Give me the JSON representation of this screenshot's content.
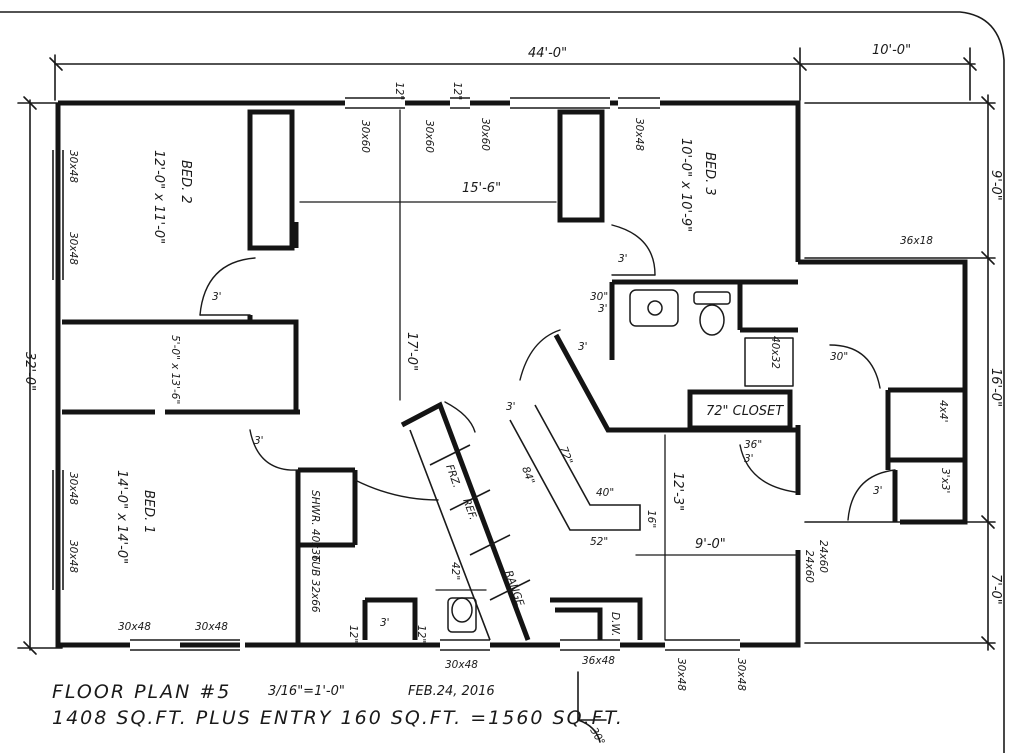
{
  "overall": {
    "width_main": "44'-0\"",
    "width_entry": "10'-0\"",
    "depth": "32'-0\"",
    "right_dims": [
      "9'-0\"",
      "16'-0\"",
      "7'-0\""
    ]
  },
  "rooms": {
    "bed1": {
      "name": "BED. 1",
      "size": "14'-0\" x 14'-0\""
    },
    "bed2": {
      "name": "BED. 2",
      "size": "12'-0\" x 11'-0\""
    },
    "bed3": {
      "name": "BED. 3",
      "size": "10'-0\" x 10'-9\""
    },
    "closet": "72\" CLOSET",
    "shower": "SHWR. 40x36",
    "tub": "TUB 32x66",
    "frz": "FRZ.",
    "ref": "REF.",
    "range": "RANGE",
    "dw": "D.W."
  },
  "dimensions": {
    "living_width": "15'-6\"",
    "living_depth": "17'-0\"",
    "hall": "5'-0\" x 13'-6\"",
    "kitchen_depth": "12'-3\"",
    "kitchen_width": "9'-0\"",
    "counter": [
      "72\"",
      "84\"",
      "40\"",
      "52\"",
      "16\"",
      "42\""
    ],
    "closets": [
      "4x4'",
      "3'x3'"
    ]
  },
  "windows": {
    "top": [
      "30x60",
      "30x60",
      "30x60",
      "30x48"
    ],
    "top_small": [
      "12\"",
      "12\""
    ],
    "left": [
      "30x48",
      "30x48",
      "30x48",
      "30x48"
    ],
    "bottom": [
      "30x48",
      "30x48",
      "30x48",
      "36x48",
      "30x48",
      "30x48"
    ],
    "entry": [
      "36x18",
      "24x60",
      "24x60"
    ],
    "bath": "40x32"
  },
  "doors": [
    "3'",
    "3'",
    "3'",
    "3'",
    "3'",
    "3'",
    "3'",
    "3'",
    "3'",
    "36\"",
    "30\"",
    "30\"",
    "12\"",
    "12\""
  ],
  "title": {
    "line1": "FLOOR PLAN #5",
    "scale": "3/16\"=1'-0\"",
    "date": "FEB.24, 2016",
    "line2": "1408 SQ.FT. PLUS ENTRY 160 SQ.FT. =1560 SQ.FT.",
    "angle": "30°"
  }
}
